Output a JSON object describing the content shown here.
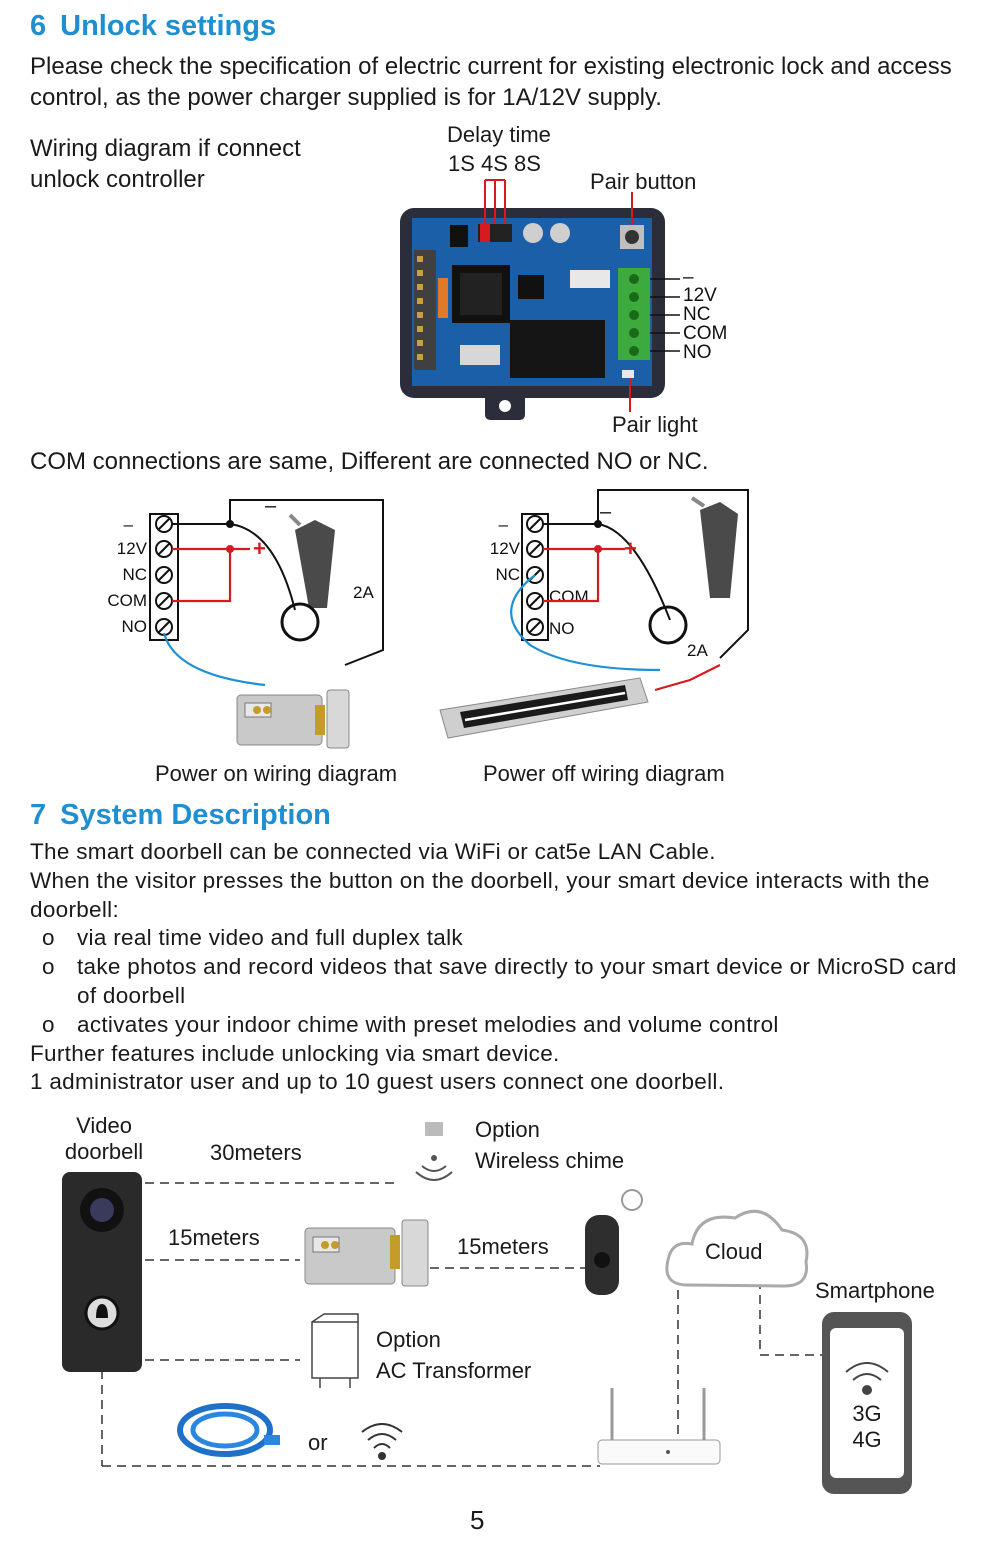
{
  "colors": {
    "heading": "#1f8fd0",
    "text": "#1a1a1a",
    "wire_red": "#d71920",
    "wire_blue": "#1e90d6",
    "board_blue": "#1a5fa8",
    "housing": "#2b2d3a"
  },
  "section6": {
    "number": "6",
    "title": "Unlock settings",
    "intro": "Please check the specification of electric current for existing electronic lock and access control, as the power charger supplied is for 1A/12V supply.",
    "wiring_caption": "Wiring diagram if connect unlock controller",
    "board": {
      "delay_time_label": "Delay time",
      "delay_options": "1S 4S 8S",
      "pair_button_label": "Pair button",
      "pair_light_label": "Pair light",
      "terminal_labels": [
        "–",
        "12V",
        "NC",
        "COM",
        "NO"
      ]
    },
    "com_note": "COM connections are same, Different are connected NO or NC.",
    "diagram_on": {
      "terminals": [
        "–",
        "12V",
        "NC",
        "COM",
        "NO"
      ],
      "minus": "–",
      "plus": "+",
      "amp": "2A",
      "caption": "Power on wiring diagram",
      "device_icon": "electric-lock-icon"
    },
    "diagram_off": {
      "terminals": [
        "–",
        "12V",
        "NC"
      ],
      "com": "COM",
      "no": "NO",
      "minus": "–",
      "plus": "+",
      "amp": "2A",
      "caption": "Power off wiring diagram",
      "device_icon": "magnetic-lock-icon"
    }
  },
  "section7": {
    "number": "7",
    "title": "System Description",
    "para1": "The smart doorbell can be connected via WiFi or cat5e LAN Cable.",
    "para2": "When the visitor presses the button on the doorbell, your smart device interacts with the doorbell:",
    "bullet_marker": "o",
    "bullets": [
      "via real time video and full duplex talk",
      "take photos and record videos that save directly to your smart device or MicroSD card of doorbell",
      "activates your indoor chime with preset melodies and volume control"
    ],
    "para3": "Further features include unlocking via smart device.",
    "para4": "1 administrator user and up to 10 guest users connect one doorbell."
  },
  "system_diagram": {
    "doorbell_label": "Video doorbell",
    "dist_30": "30meters",
    "chime_option": "Option",
    "chime_label": "Wireless chime",
    "dist_15a": "15meters",
    "dist_15b": "15meters",
    "cloud_label": "Cloud",
    "smartphone_label": "Smartphone",
    "transformer_option": "Option",
    "transformer_label": "AC Transformer",
    "or_label": "or",
    "network_3g": "3G",
    "network_4g": "4G"
  },
  "page_number": "5"
}
